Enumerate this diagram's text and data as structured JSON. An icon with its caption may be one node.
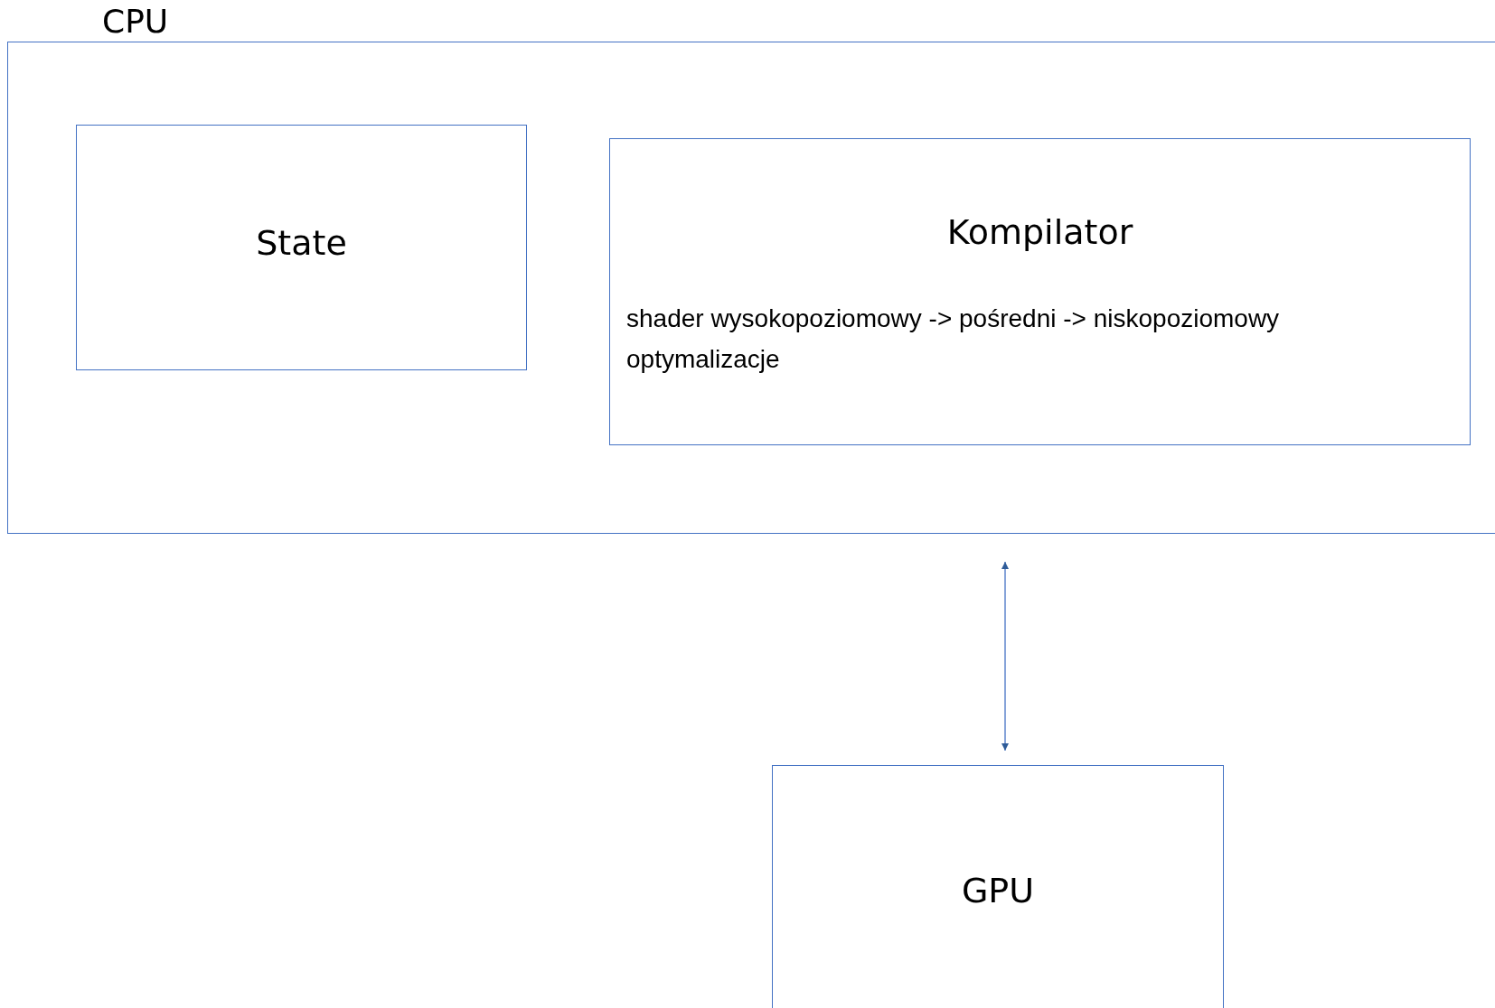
{
  "diagram": {
    "nodes": [
      {
        "text": [
          "CPU"
        ]
      },
      {
        "text": [
          "State"
        ],
        "in": 0
      },
      {
        "text": [
          "Kompilator",
          "shader wysokopoziomowy -> pośredni -> niskopoziomowy",
          "optymalizacje"
        ],
        "in": 0
      },
      {
        "text": [
          "GPU"
        ]
      }
    ],
    "edges": [
      {
        "from": 0,
        "to": 3,
        "arrow": "both"
      }
    ]
  }
}
